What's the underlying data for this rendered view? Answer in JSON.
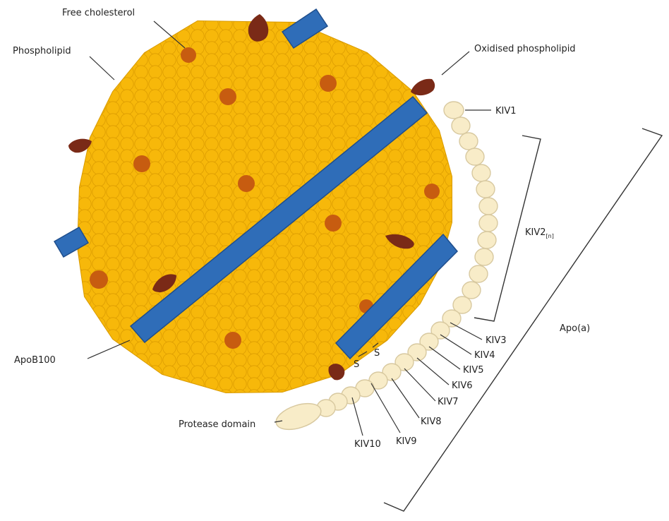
{
  "labels": {
    "free_cholesterol": "Free cholesterol",
    "phospholipid": "Phospholipid",
    "oxidised_phospholipid": "Oxidised phospholipid",
    "apob100": "ApoB100",
    "protease_domain": "Protease domain",
    "apoa": "Apo(a)",
    "kiv1": "KIV1",
    "kiv2": "KIV2",
    "kiv2_sub": "[n]",
    "kiv3": "KIV3",
    "kiv4": "KIV4",
    "kiv5": "KIV5",
    "kiv6": "KIV6",
    "kiv7": "KIV7",
    "kiv8": "KIV8",
    "kiv9": "KIV9",
    "kiv10": "KIV10",
    "disulfide_s1": "S",
    "disulfide_s2": "S"
  },
  "colors": {
    "particle_gold": "#F5B400",
    "particle_edge": "#D99A00",
    "apob_blue": "#2F6DB8",
    "cholesterol": "#C75C10",
    "oxidised": "#7A2A17",
    "kringle_fill": "#F8ECC8",
    "kringle_edge": "#D8C9A0"
  }
}
